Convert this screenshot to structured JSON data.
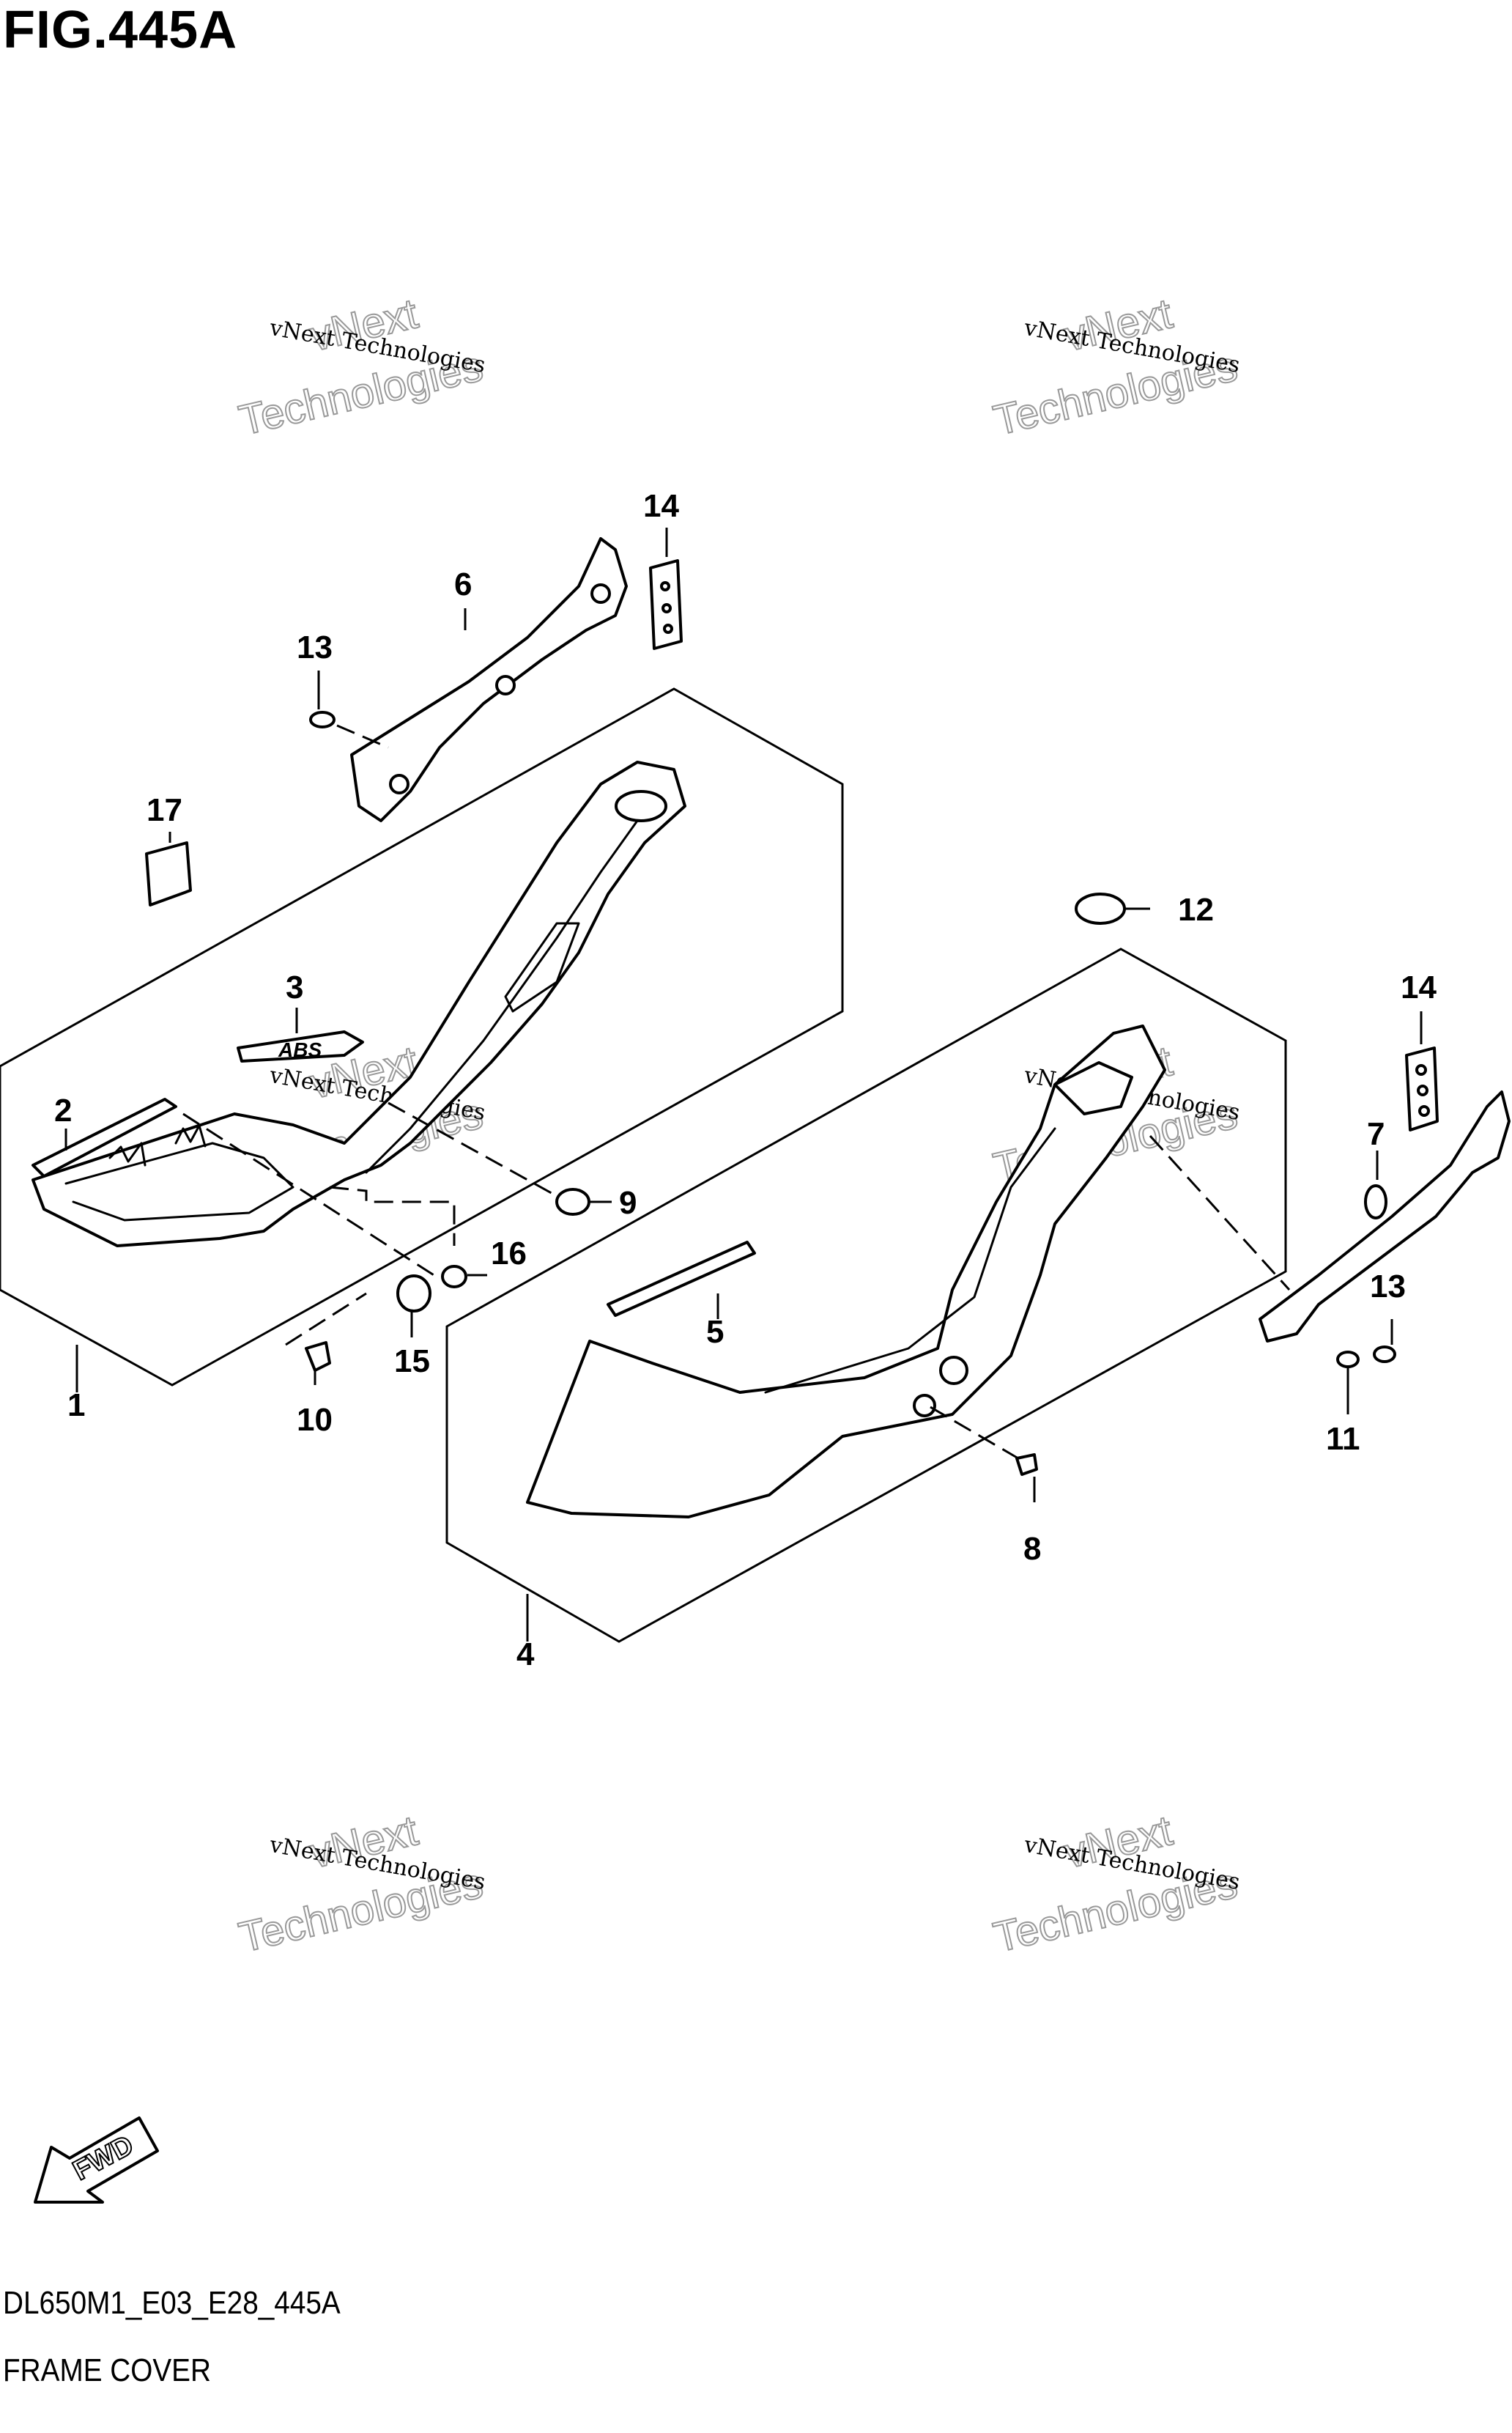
{
  "title": "FIG.445A",
  "footer": {
    "code": "DL650M1_E03_E28_445A",
    "name": "FRAME COVER"
  },
  "fwd_label": "FWD",
  "emblem_text": "ABS",
  "watermark": {
    "line1": "vNext Technologies",
    "big1": "vNext",
    "big2": "Technologies"
  },
  "callouts": [
    "1",
    "2",
    "3",
    "4",
    "5",
    "6",
    "7",
    "8",
    "9",
    "10",
    "11",
    "12",
    "13",
    "13",
    "14",
    "14",
    "15",
    "16",
    "17"
  ]
}
